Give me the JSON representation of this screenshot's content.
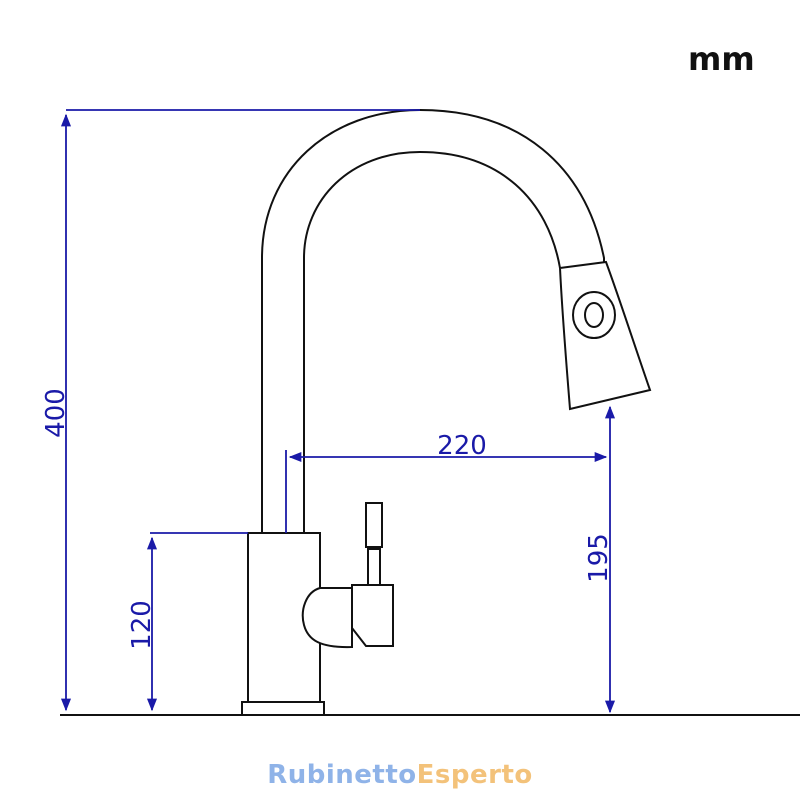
{
  "unit_label": "mm",
  "dimensions": {
    "total_height": "400",
    "body_height": "120",
    "reach": "220",
    "spout_height": "195"
  },
  "brand": {
    "part1": "Rubinetto",
    "part2": "Esperto",
    "color1": "#8fb3e8",
    "color2": "#f3c27a"
  },
  "colors": {
    "dimension_lines": "#1a1aa8",
    "outline": "#111111"
  }
}
